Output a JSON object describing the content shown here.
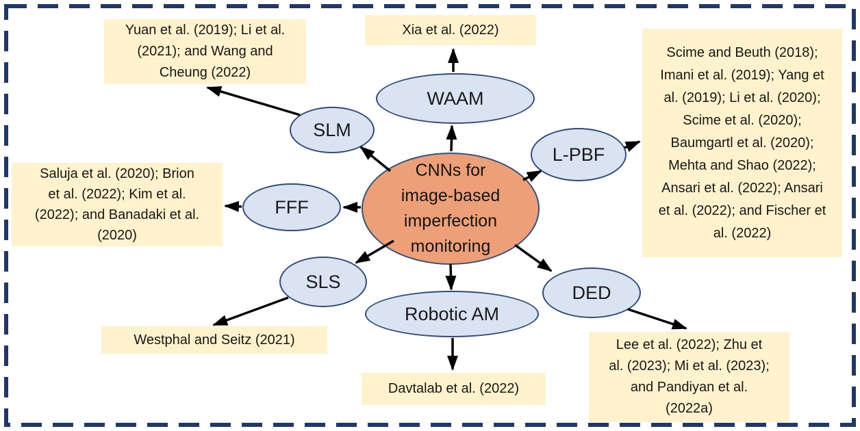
{
  "center_node": {
    "label": "CNNs for\nimage-based\nimperfection\nmonitoring"
  },
  "nodes": {
    "waam": {
      "label": "WAAM"
    },
    "slm": {
      "label": "SLM"
    },
    "lpbf": {
      "label": "L-PBF"
    },
    "fff": {
      "label": "FFF"
    },
    "sls": {
      "label": "SLS"
    },
    "robotic_am": {
      "label": "Robotic AM"
    },
    "ded": {
      "label": "DED"
    }
  },
  "citations": {
    "waam": "Xia et al. (2022)",
    "slm": "Yuan et al. (2019); Li et al. (2021); and Wang and Cheung (2022)",
    "lpbf": "Scime and Beuth (2018); Imani et al. (2019); Yang et al. (2019); Li et al. (2020); Scime et al. (2020); Baumgartl et al. (2020); Mehta and Shao (2022); Ansari et al. (2022); Ansari et al. (2022); and Fischer et al. (2022)",
    "fff": "Saluja et al. (2020); Brion et al. (2022); Kim et al. (2022); and Banadaki et al. (2020)",
    "sls": "Westphal and Seitz (2021)",
    "robotic_am": "Davtalab et al. (2022)",
    "ded": "Lee et al. (2022); Zhu et al. (2023); Mi et al. (2023); and Pandiyan et al. (2022a)"
  },
  "colors": {
    "outer_border": "#1F3864",
    "citation_box_fill": "#FFF2CC",
    "node_fill": "#DAE3F1",
    "node_border": "#2F4C7C",
    "center_fill": "#EDA077",
    "arrow": "#000000",
    "background": "#FFFFFF"
  }
}
